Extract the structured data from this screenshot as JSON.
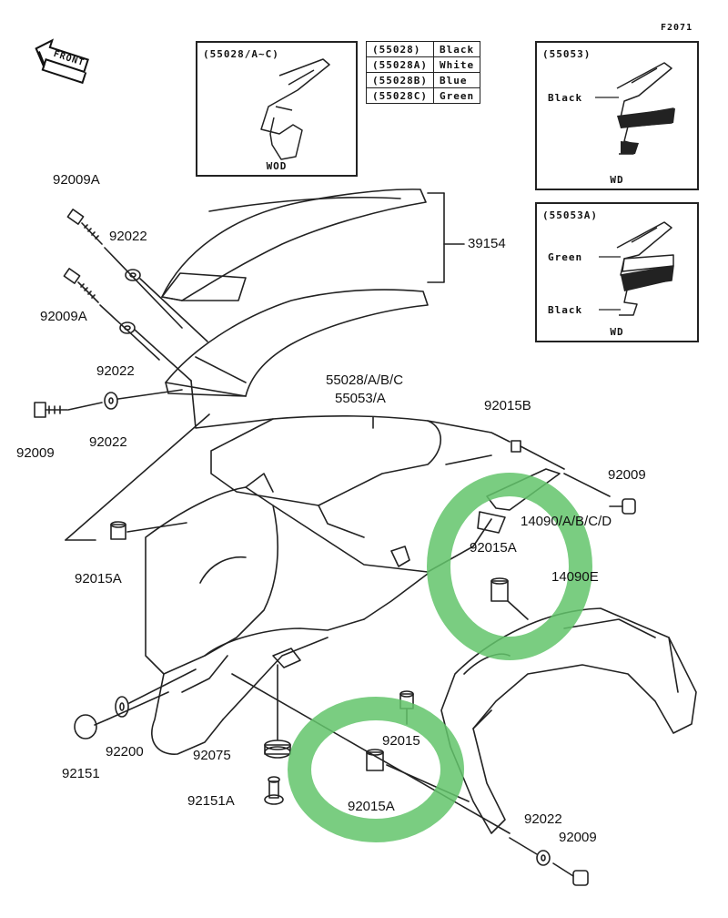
{
  "figure_code": "F2071",
  "front_label": "FRONT",
  "inset_a": {
    "title": "(55028/A~C)",
    "footer": "WOD"
  },
  "color_table": [
    {
      "code": "(55028)",
      "color": "Black"
    },
    {
      "code": "(55028A)",
      "color": "White"
    },
    {
      "code": "(55028B)",
      "color": "Blue"
    },
    {
      "code": "(55028C)",
      "color": "Green"
    }
  ],
  "inset_b": {
    "title": "(55053)",
    "color_label": "Black",
    "footer": "WD"
  },
  "inset_c": {
    "title": "(55053A)",
    "color_label_top": "Green",
    "color_label_bottom": "Black",
    "footer": "WD"
  },
  "callouts": {
    "p92009A_top": "92009A",
    "p92022_top": "92022",
    "p92009A_mid": "92009A",
    "p92022_mid": "92022",
    "p39154": "39154",
    "p92009_left": "92009",
    "p92022_left": "92022",
    "p55028": "55028/A/B/C",
    "p55053": "55053/A",
    "p92015B": "92015B",
    "p92009_right": "92009",
    "p14090": "14090/A/B/C/D",
    "p92015A_right": "92015A",
    "p14090E": "14090E",
    "p92015A_left": "92015A",
    "p92200": "92200",
    "p92151": "92151",
    "p92075": "92075",
    "p92015": "92015",
    "p92015A_bottom": "92015A",
    "p92151A": "92151A",
    "p92022_bottom": "92022",
    "p92009_bottom": "92009"
  }
}
